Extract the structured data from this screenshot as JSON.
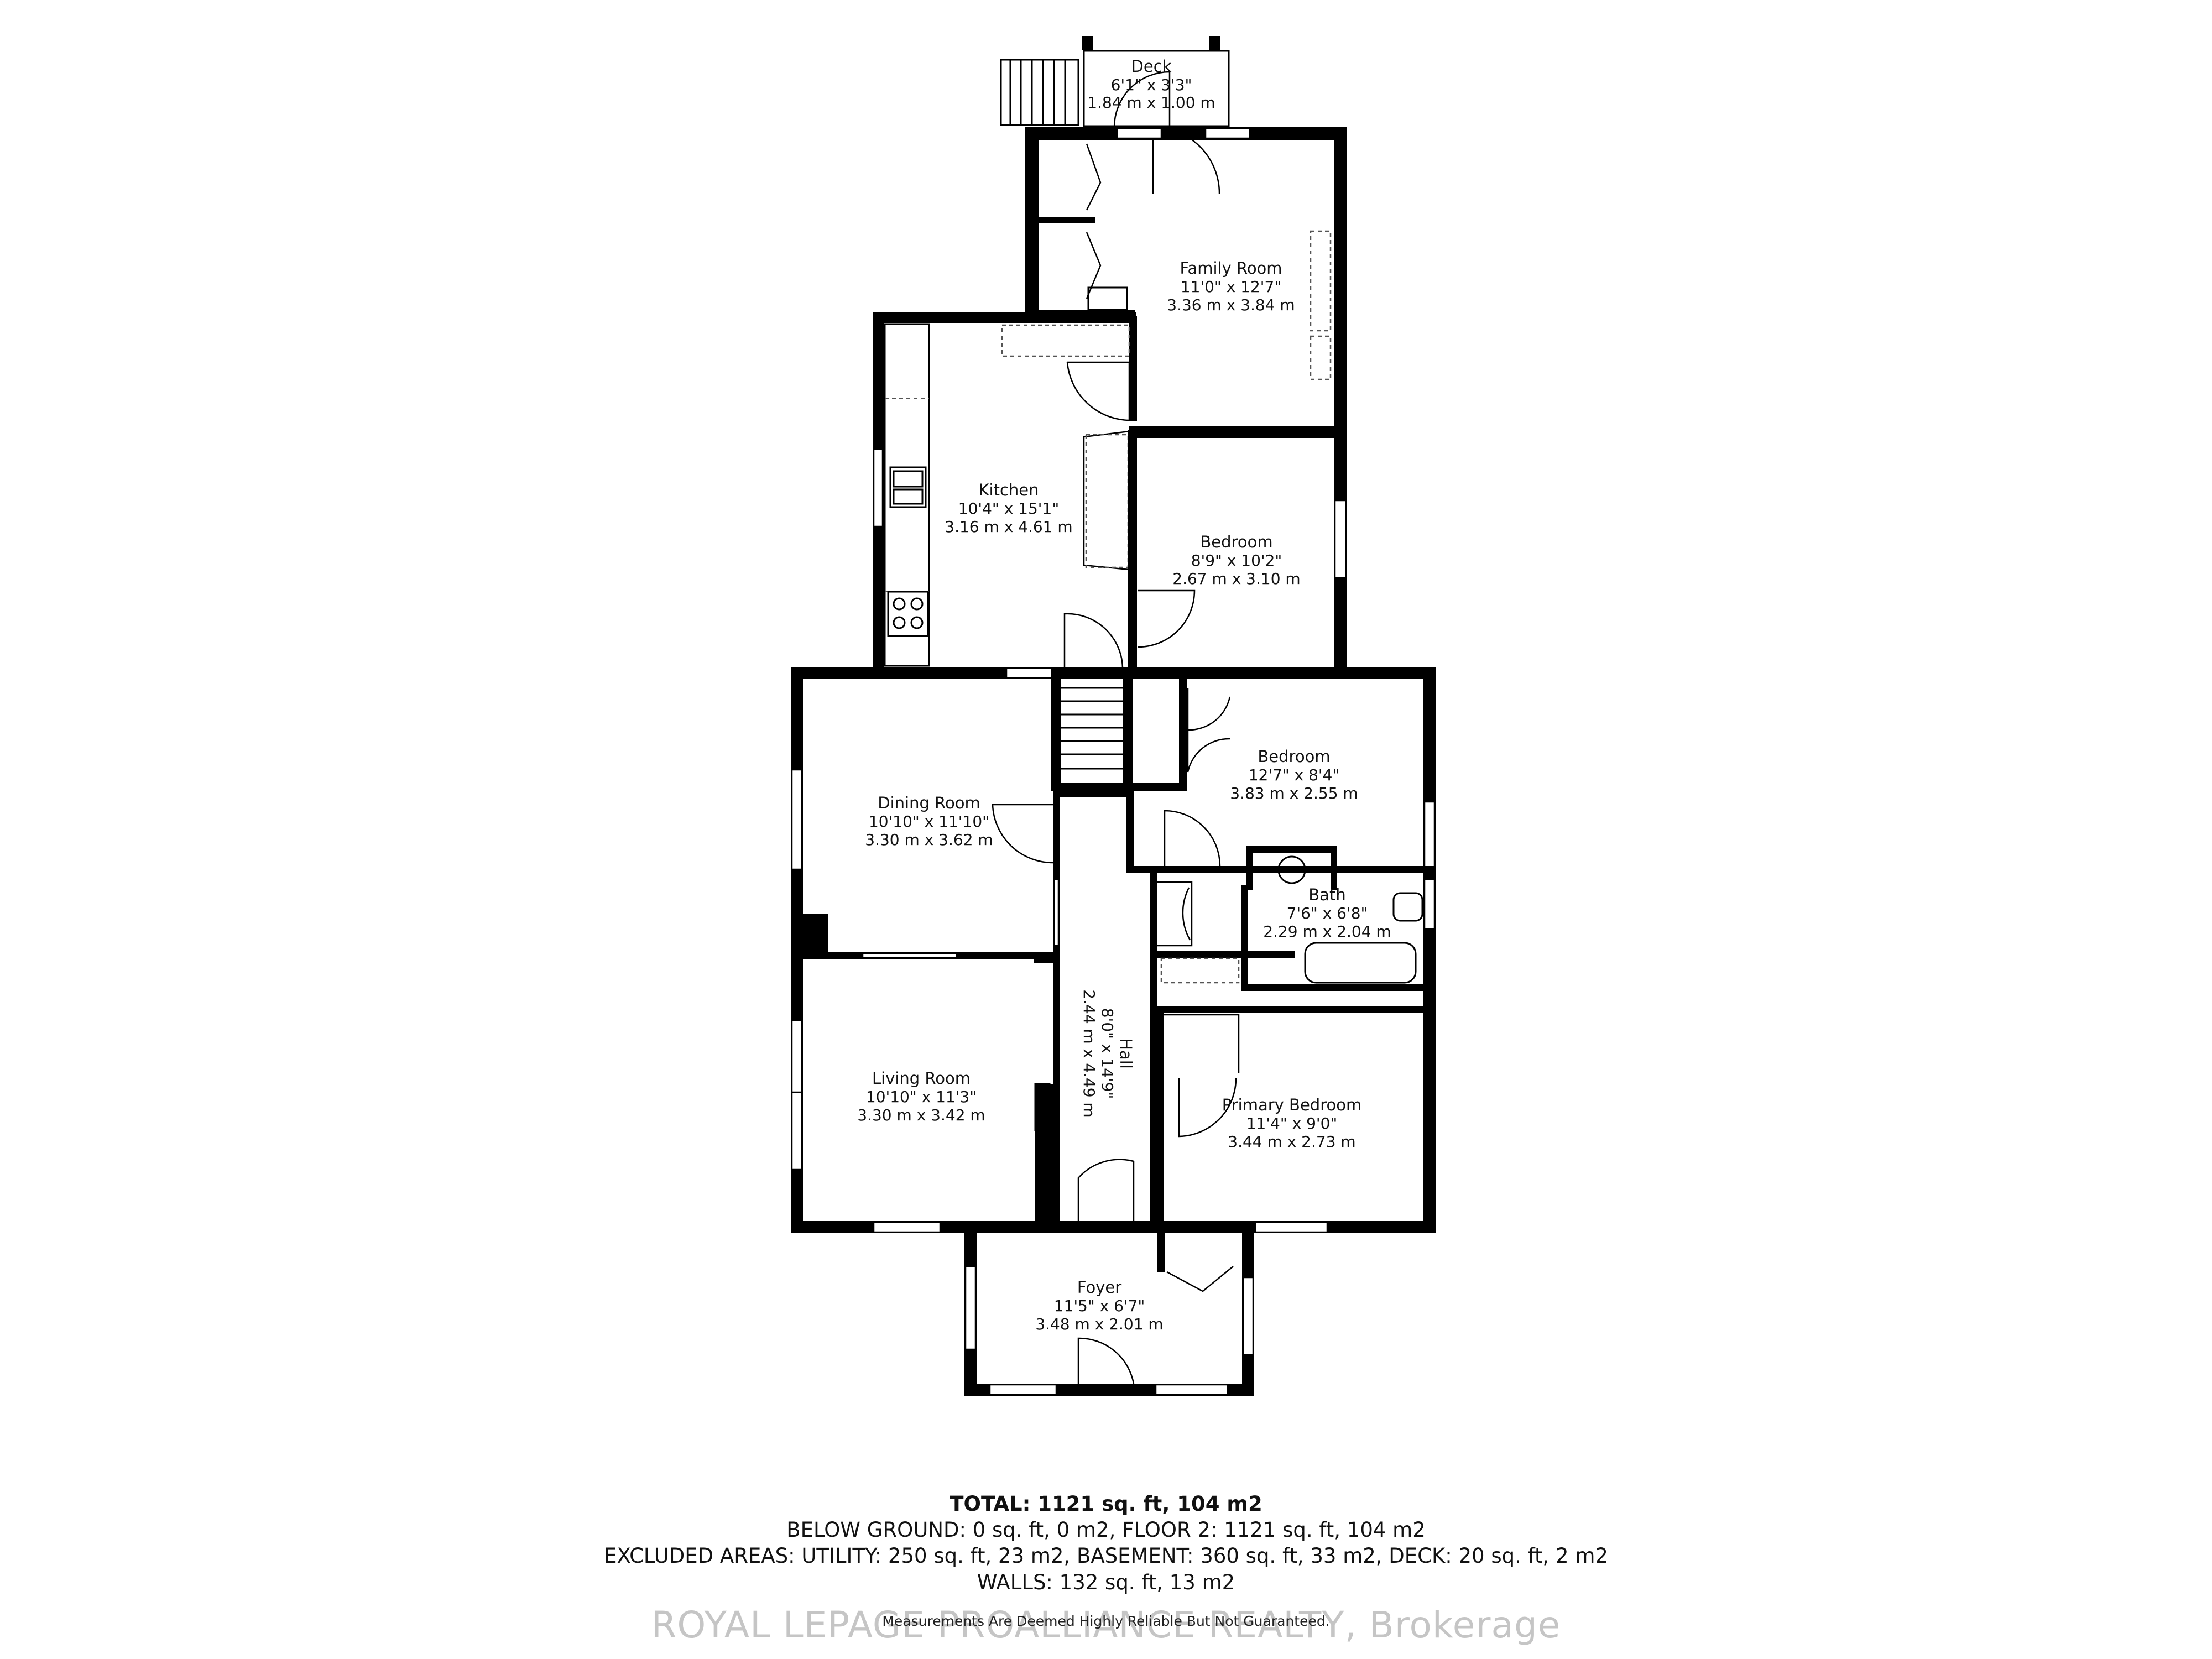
{
  "rooms": {
    "deck": {
      "name": "Deck",
      "imperial": "6'1\" x 3'3\"",
      "metric": "1.84 m x 1.00 m"
    },
    "family": {
      "name": "Family Room",
      "imperial": "11'0\" x 12'7\"",
      "metric": "3.36 m x 3.84 m"
    },
    "kitchen": {
      "name": "Kitchen",
      "imperial": "10'4\" x 15'1\"",
      "metric": "3.16 m x 4.61 m"
    },
    "bedroom1": {
      "name": "Bedroom",
      "imperial": "8'9\" x 10'2\"",
      "metric": "2.67 m x 3.10 m"
    },
    "bedroom2": {
      "name": "Bedroom",
      "imperial": "12'7\" x 8'4\"",
      "metric": "3.83 m x 2.55 m"
    },
    "dining": {
      "name": "Dining Room",
      "imperial": "10'10\" x 11'10\"",
      "metric": "3.30 m x 3.62 m"
    },
    "bath": {
      "name": "Bath",
      "imperial": "7'6\" x 6'8\"",
      "metric": "2.29 m x 2.04 m"
    },
    "hall": {
      "name": "Hall",
      "imperial": "8'0\" x 14'9\"",
      "metric": "2.44 m x 4.49 m"
    },
    "living": {
      "name": "Living Room",
      "imperial": "10'10\" x 11'3\"",
      "metric": "3.30 m x 3.42 m"
    },
    "primary": {
      "name": "Primary Bedroom",
      "imperial": "11'4\" x 9'0\"",
      "metric": "3.44 m x 2.73 m"
    },
    "foyer": {
      "name": "Foyer",
      "imperial": "11'5\" x 6'7\"",
      "metric": "3.48 m x 2.01 m"
    }
  },
  "summary": {
    "total": "TOTAL: 1121 sq. ft, 104 m2",
    "line1": "BELOW GROUND: 0 sq. ft, 0 m2, FLOOR 2: 1121 sq. ft, 104 m2",
    "line2": "EXCLUDED AREAS: UTILITY: 250 sq. ft, 23 m2, BASEMENT: 360 sq. ft, 33 m2, DECK: 20 sq. ft, 2 m2",
    "line3": "WALLS: 132 sq. ft, 13 m2"
  },
  "watermark": "ROYAL LEPAGE PROALLIANCE REALTY, Brokerage",
  "disclaimer": "Measurements Are Deemed Highly Reliable But Not Guaranteed."
}
